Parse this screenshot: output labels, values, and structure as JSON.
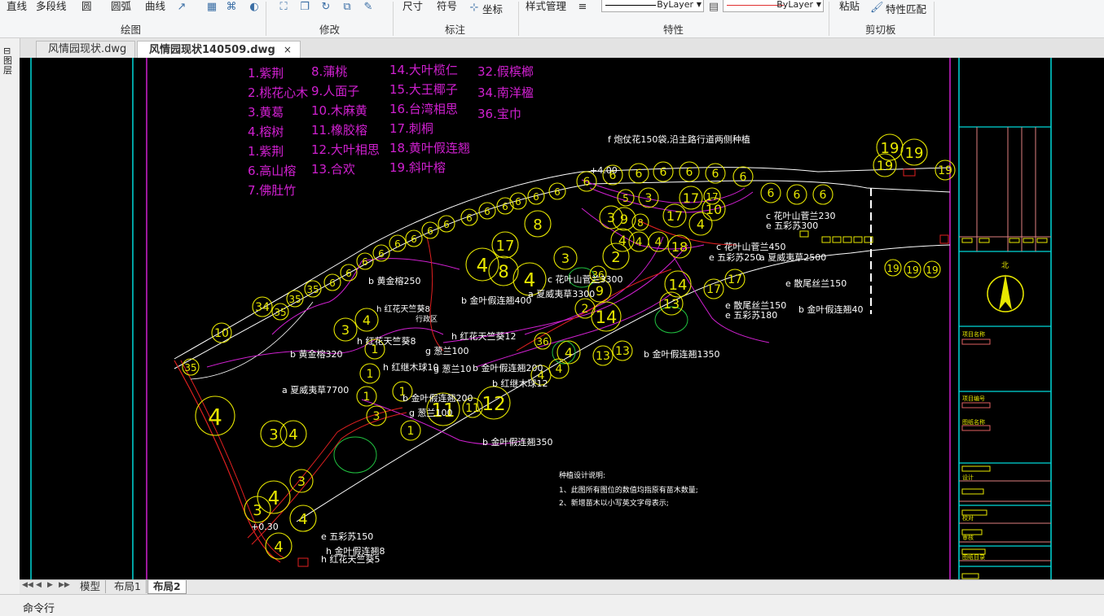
{
  "ribbon": {
    "items": [
      "直线",
      "多段线",
      "圆",
      "圆弧",
      "曲线",
      "尺寸",
      "符号",
      "坐标",
      "样式管理",
      "ByLayer",
      "ByLayer",
      "粘贴",
      "特性匹配"
    ],
    "groups": [
      "绘图",
      "修改",
      "标注",
      "特性",
      "剪切板"
    ],
    "colors": {
      "linetype": "#000000",
      "lineweight": "#e03030"
    }
  },
  "doc_tabs": [
    {
      "label": "风情园现状.dwg",
      "active": false
    },
    {
      "label": "风情园现状140509.dwg",
      "active": true,
      "close": "×"
    }
  ],
  "left_palette": {
    "label": "图层"
  },
  "layout_tabs": {
    "nav": [
      "◀◀",
      "◀",
      "▶",
      "▶▶"
    ],
    "tabs": [
      {
        "label": "模型",
        "active": false
      },
      {
        "label": "布局1",
        "active": false
      },
      {
        "label": "布局2",
        "active": true
      }
    ]
  },
  "command_line": {
    "label": "命令行"
  },
  "drawing": {
    "legend": {
      "col1": [
        "1.紫荆",
        "2.桃花心木",
        "3.黄葛",
        "4.榕树",
        "1.紫荆",
        "6.高山榕",
        "7.佛肚竹"
      ],
      "col2": [
        "8.蒲桃",
        "9.人面子",
        "10.木麻黄",
        "11.橡胶榕",
        "12.大叶相思",
        "13.合欢"
      ],
      "col3": [
        "14.大叶榄仁",
        "15.大王椰子",
        "16.台湾相思",
        "17.刺桐",
        "18.黄叶假连翘",
        "19.斜叶榕"
      ],
      "col4": [
        "32.假槟榔",
        "34.南洋楹",
        "36.宝巾"
      ]
    },
    "labels": [
      "f 炮仗花150袋,沿主路行道两侧种植",
      "c 花叶山菅兰230",
      "e 五彩苏300",
      "c 花叶山菅兰450",
      "e 五彩苏250",
      "a 夏威夷草2500",
      "e 散尾丝兰150",
      "e 散尾丝兰150",
      "e 五彩苏180",
      "b 金叶假连翘40",
      "c 花叶山菅兰3300",
      "a 夏威夷草3300",
      "b 金叶假连翘400",
      "b 黄金榕250",
      "h 红花天竺葵8",
      "行政区",
      "h 红花天竺葵8",
      "h 红花天竺葵12",
      "g 葱兰100",
      "h 红继木球10",
      "g 葱兰10",
      "b 金叶假连翘200",
      "b 金叶假连翘200",
      "b 红继木球12",
      "g 葱兰100",
      "b 金叶假连翘350",
      "b 黄金榕320",
      "a 夏威夷草7700",
      "b 金叶假连翘1350",
      "e 五彩苏150",
      "h 金叶假连翘8",
      "h 红花天竺葵5",
      "+0.30",
      "+4.00"
    ],
    "notes": {
      "title": "种植设计说明:",
      "line1": "1、此图所有图位的数值均指原有苗木数量;",
      "line2": "2、新增苗木以小写英文字母表示;"
    },
    "titleblock": {
      "north": "北",
      "fields": [
        "项目名称",
        "项目编号",
        "图纸名称",
        "设计",
        "校对",
        "审核",
        "图纸目录"
      ]
    }
  }
}
